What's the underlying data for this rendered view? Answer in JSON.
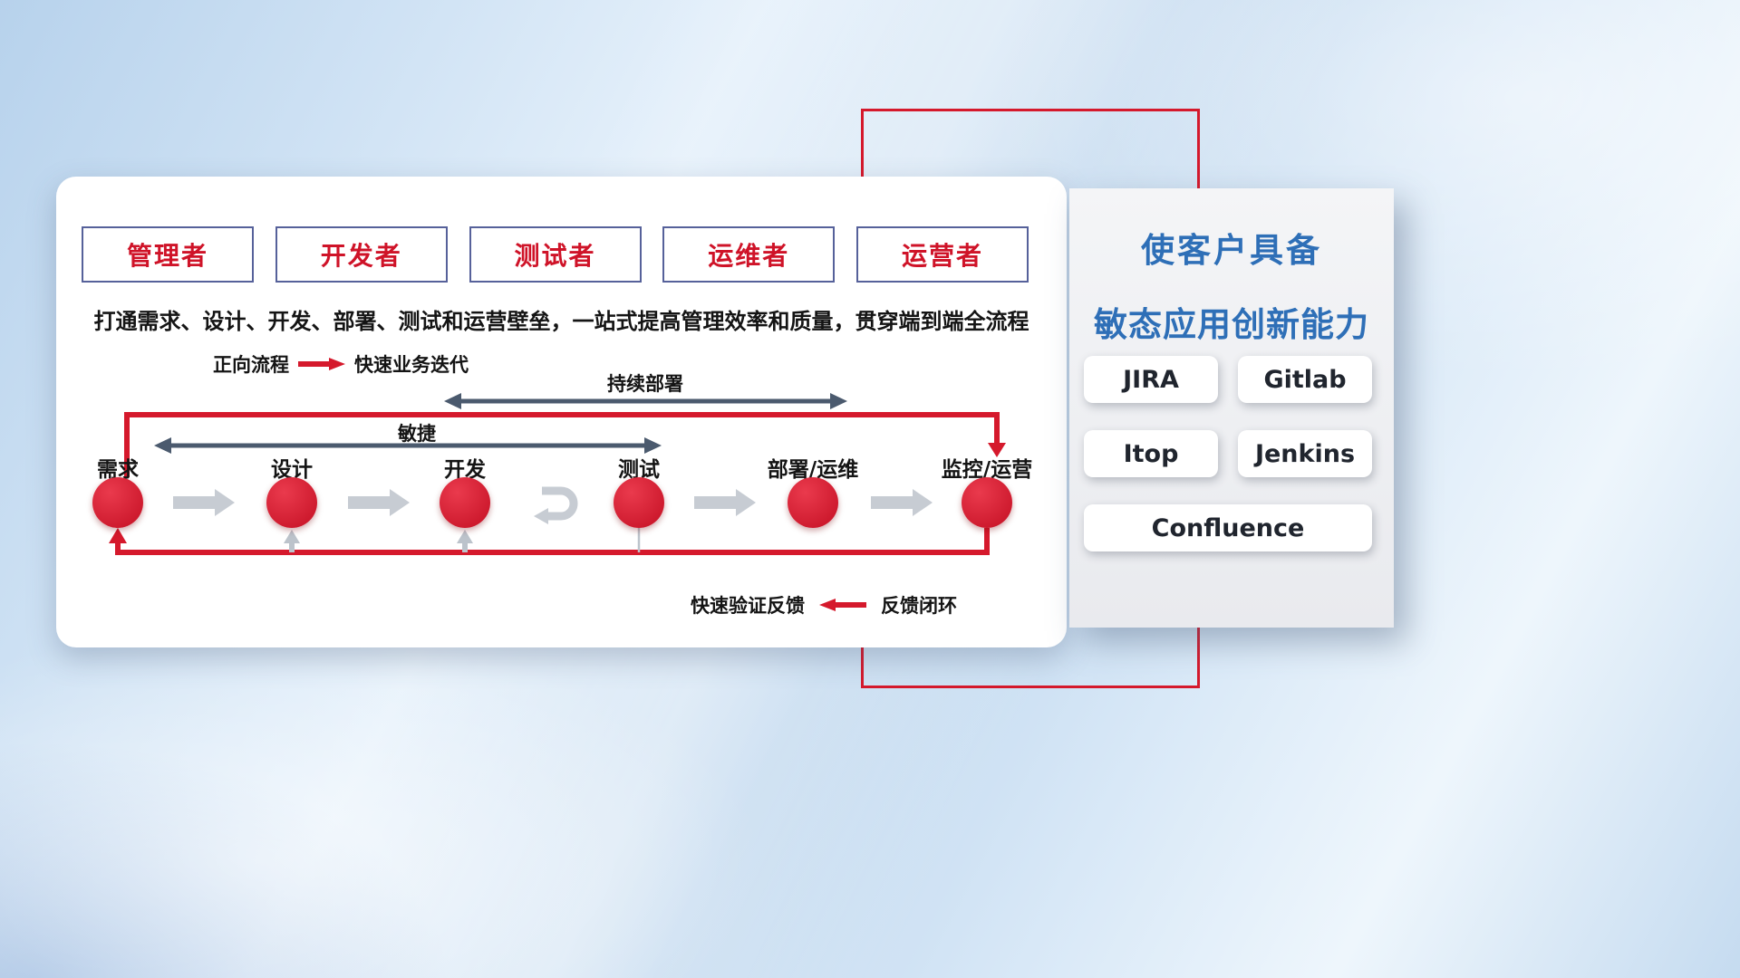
{
  "colors": {
    "accent_red": "#d5192c",
    "dark_arrow": "#4b5a6e",
    "title_blue": "#2e6fb7",
    "role_text_red": "#cf1328"
  },
  "roles": [
    "管理者",
    "开发者",
    "测试者",
    "运维者",
    "运营者"
  ],
  "description": "打通需求、设计、开发、部署、测试和运营壁垒，一站式提高管理效率和质量，贯穿端到端全流程",
  "legend_forward": {
    "label": "正向流程",
    "value": "快速业务迭代"
  },
  "legend_feedback": {
    "label": "快速验证反馈",
    "value": "反馈闭环"
  },
  "flow": {
    "cd_label": "持续部署",
    "agile_label": "敏捷",
    "steps": [
      "需求",
      "设计",
      "开发",
      "测试",
      "部署/运维",
      "监控/运营"
    ]
  },
  "right_panel": {
    "title_line1": "使客户具备",
    "title_line2": "敏态应用创新能力",
    "tools": [
      "JIRA",
      "Gitlab",
      "Itop",
      "Jenkins",
      "Confluence"
    ]
  }
}
